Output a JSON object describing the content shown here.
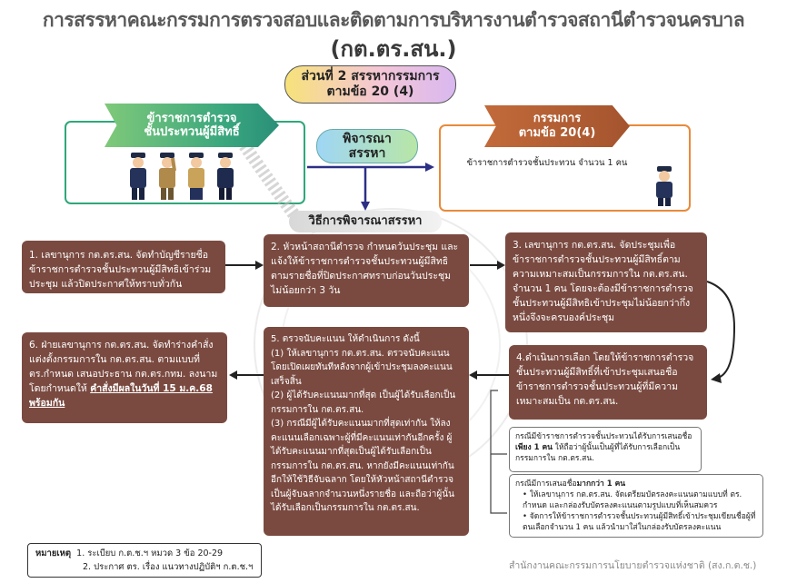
{
  "title": {
    "line1": "การสรรหาคณะกรรมการตรวจสอบและติดตามการบริหารงานตำรวจสถานีตำรวจนครบาล",
    "line2": "(กต.ตร.สน.)"
  },
  "section": {
    "line1": "ส่วนที่ 2 สรรหากรรมการ",
    "line2": "ตามข้อ 20 (4)"
  },
  "left_header": {
    "line1": "ข้าราชการตำรวจ",
    "line2": "ชั้นประทวนผู้มีสิทธิ์"
  },
  "right_header": {
    "line1": "กรรมการ",
    "line2": "ตามข้อ 20(4)",
    "detail": "ข้าราชการตำรวจชั้นประทวน จำนวน 1 คน"
  },
  "consider": {
    "line1": "พิจารณา",
    "line2": "สรรหา"
  },
  "method": "วิธีการพิจารณาสรรหา",
  "steps": {
    "s1": "1. เลขานุการ กต.ตร.สน. จัดทำบัญชีรายชื่อข้าราชการตำรวจชั้นประทวนผู้มีสิทธิเข้าร่วมประชุม แล้วปิดประกาศให้ทราบทั่วกัน",
    "s2": "2. หัวหน้าสถานีตำรวจ กำหนดวันประชุม และแจ้งให้ข้าราชการตำรวจชั้นประทวนผู้มีสิทธิตามรายชื่อที่ปิดประกาศทราบก่อนวันประชุมไม่น้อยกว่า 3 วัน",
    "s3": "3. เลขานุการ กต.ตร.สน. จัดประชุมเพื่อข้าราชการตำรวจชั้นประทวนผู้มีสิทธิ์ตามความเหมาะสมเป็นกรรมการใน กต.ตร.สน. จำนวน 1 คน โดยจะต้องมีข้าราชการตำรวจชั้นประทวนผู้มีสิทธิเข้าประชุมไม่น้อยกว่ากึ่งหนึ่งจึงจะครบองค์ประชุม",
    "s4": "4.ดำเนินการเลือก โดยให้ข้าราชการตำรวจชั้นประทวนผู้มีสิทธิ์ที่เข้าประชุมเสนอชื่อข้าราชการตำรวจชั้นประทวนผู้ที่มีความเหมาะสมเป็น กต.ตร.สน.",
    "s5_head": "5. ตรวจนับคะแนน ให้ดำเนินการ ดังนี้",
    "s5_a": "(1) ให้เลขานุการ กต.ตร.สน. ตรวจนับคะแนนโดยเปิดเผยทันทีหลังจากผู้เข้าประชุมลงคะแนนเสร็จสิ้น",
    "s5_b": "(2) ผู้ได้รับคะแนนมากที่สุด เป็นผู้ได้รับเลือกเป็นกรรมการใน กต.ตร.สน.",
    "s5_c": "(3) กรณีมีผู้ได้รับคะแนนมากที่สุดเท่ากัน ให้ลงคะแนนเลือกเฉพาะผู้ที่มีคะแนนเท่ากันอีกครั้ง ผู้ได้รับคะแนนมากที่สุดเป็นผู้ได้รับเลือกเป็นกรรมการใน กต.ตร.สน. หากยังมีคะแนนเท่ากันอีกให้ใช้วิธีจับฉลาก โดยให้หัวหน้าสถานีตำรวจเป็นผู้จับฉลากจำนวนหนึ่งรายชื่อ และถือว่าผู้นั้นได้รับเลือกเป็นกรรมการใน กต.ตร.สน.",
    "s6_main": "6. ฝ่ายเลขานุการ กต.ตร.สน. จัดทำร่างคำสั่งแต่งตั้งกรรมการใน กต.ตร.สน. ตามแบบที่ ตร.กำหนด เสนอประธาน กต.ตร.กทม. ลงนาม โดยกำหนดให้",
    "s6_effect": "คำสั่งมีผลในวันที่ 15 ม.ค.68 พร้อมกัน"
  },
  "note1": {
    "pre": "กรณีมีข้าราชการตำรวจชั้นประทวนได้รับการเสนอชื่อ",
    "bold": "เพียง 1 คน",
    "post": " ให้ถือว่าผู้นั้นเป็นผู้ที่ได้รับการเลือกเป็นกรรมการใน กต.ตร.สน."
  },
  "note2": {
    "pre": "กรณีมีการเสนอชื่อ",
    "bold": "มากกว่า 1 คน",
    "b1": "ให้เลขานุการ กต.ตร.สน. จัดเตรียมบัตรลงคะแนนตามแบบที่ ตร. กำหนด และกล่องรับบัตรลงคะแนนตามรูปแบบที่เห็นสมควร",
    "b2": "จัดการให้ข้าราชการตำรวจชั้นประทวนผู้มีสิทธิ์เข้าประชุมเขียนชื่อผู้ที่ตนเลือกจำนวน 1 คน แล้วนำมาใส่ในกล่องรับบัตรลงคะแนน"
  },
  "footnote": {
    "label": "หมายเหตุ",
    "item1": "1. ระเบียบ ก.ต.ช.ฯ หมวด 3 ข้อ 20-29",
    "item2": "2. ประกาศ ตร. เรื่อง แนวทางปฏิบัติฯ ก.ต.ช.ฯ"
  },
  "agency": "สำนักงานคณะกรรมการนโยบายตำรวจแห่งชาติ (สง.ก.ต.ช.)",
  "colors": {
    "step_box": "#7a4a40",
    "green_banner": "#39a67e",
    "brown_banner": "#a4542e",
    "left_frame": "#2fa77a",
    "right_frame": "#e88a3a"
  },
  "icons": [
    "police-officer-icon",
    "police-salute-icon",
    "female-officer-icon"
  ]
}
